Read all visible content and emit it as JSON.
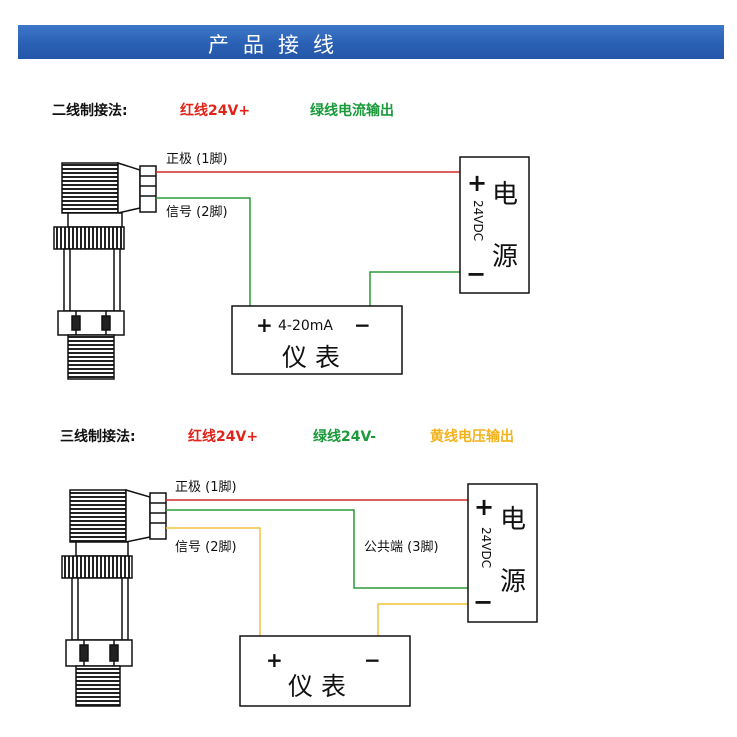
{
  "banner": {
    "title": "产品接线"
  },
  "two_wire": {
    "label": "二线制接法:",
    "notes": [
      {
        "text": "红线24V+",
        "color": "#e2231a"
      },
      {
        "text": "绿线电流输出",
        "color": "#1a9a3a"
      }
    ],
    "wires": {
      "positive": "正极 (1脚)",
      "signal": "信号 (2脚)"
    },
    "power": {
      "plus": "+",
      "minus": "−",
      "name_top": "电",
      "name_bottom": "源",
      "voltage": "24VDC"
    },
    "meter": {
      "plus": "+",
      "range": "4-20mA",
      "minus": "−",
      "name": "仪 表"
    }
  },
  "three_wire": {
    "label": "三线制接法:",
    "notes": [
      {
        "text": "红线24V+",
        "color": "#e2231a"
      },
      {
        "text": "绿线24V-",
        "color": "#1a9a3a"
      },
      {
        "text": "黄线电压输出",
        "color": "#f2b21c"
      }
    ],
    "wires": {
      "positive": "正极 (1脚)",
      "signal": "信号 (2脚)",
      "common": "公共端 (3脚)"
    },
    "power": {
      "plus": "+",
      "minus": "−",
      "name_top": "电",
      "name_bottom": "源",
      "voltage": "24VDC"
    },
    "meter": {
      "plus": "+",
      "minus": "−",
      "name": "仪 表"
    }
  },
  "colors": {
    "banner": "#2a60b4",
    "red_wire": "#d42b2b",
    "green_wire": "#2e9a3c",
    "yellow_wire": "#f0c23a"
  }
}
